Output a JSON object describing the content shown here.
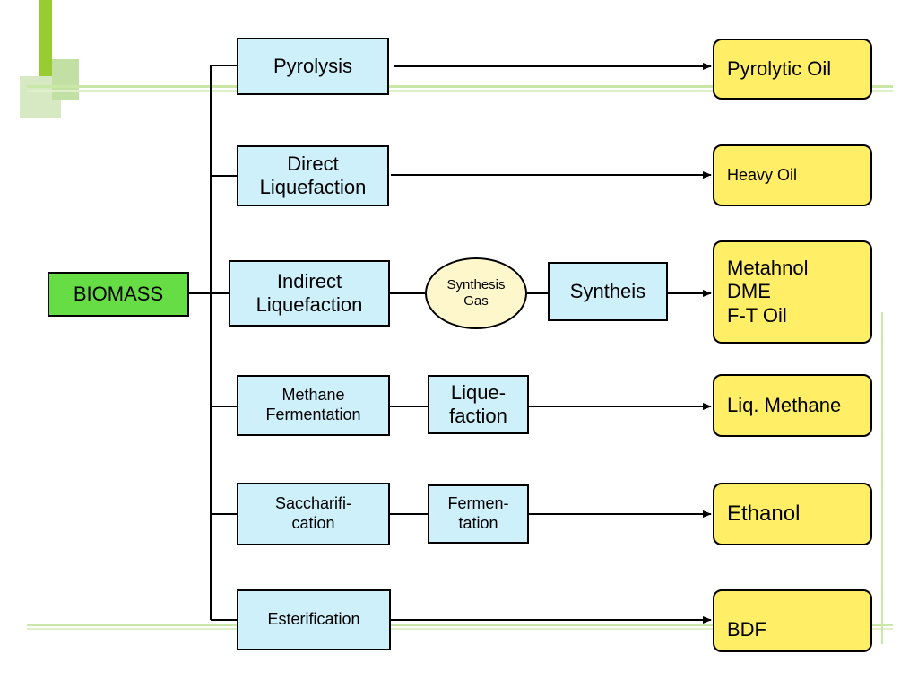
{
  "diagram": {
    "source": {
      "label": "BIOMASS"
    },
    "processes": {
      "pyrolysis": "Pyrolysis",
      "direct_liquefaction": "Direct\nLiquefaction",
      "indirect_liquefaction": "Indirect\nLiquefaction",
      "methane_fermentation": "Methane\nFermentation",
      "saccharification": "Saccharifi-\ncation",
      "esterification": "Esterification"
    },
    "intermediates": {
      "synthesis_gas": "Synthesis\nGas",
      "synthesis": "Syntheis",
      "liquefaction": "Lique-\nfaction",
      "fermentation": "Fermen-\ntation"
    },
    "products": {
      "pyrolytic_oil": "Pyrolytic Oil",
      "heavy_oil": "Heavy Oil",
      "fuels": "Metahnol\nDME\nF-T Oil",
      "liq_methane": "Liq. Methane",
      "ethanol": "Ethanol",
      "bdf": "BDF"
    },
    "colors": {
      "source": "#66dd44",
      "process": "#cdf0fb",
      "product": "#ffee66",
      "synthesis_gas": "#fff7cc",
      "accent": "#88cc22"
    }
  }
}
